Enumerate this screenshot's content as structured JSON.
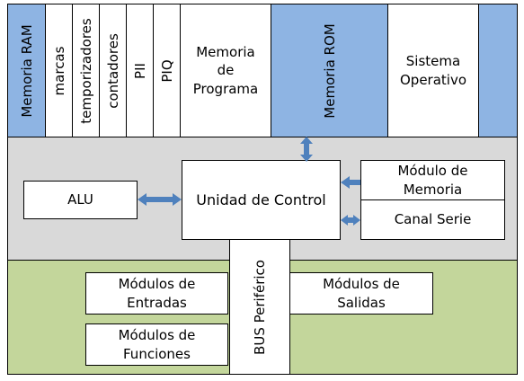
{
  "colors": {
    "memory_blue": "#8eb4e3",
    "cpu_gray": "#d9d9d9",
    "io_green": "#c3d69b",
    "arrow_blue": "#4f81bd"
  },
  "memory_bar": {
    "ram": "Memoria RAM",
    "marcas": "marcas",
    "temporizadores": "temporizadores",
    "contadores": "contadores",
    "pii": "PII",
    "piq": "PIQ",
    "programa": "Memoria\nde\nPrograma",
    "rom": "Memoria ROM",
    "sistema": "Sistema\nOperativo"
  },
  "cpu": {
    "alu": "ALU",
    "control": "Unidad de Control",
    "modulo_memoria": "Módulo de\nMemoria",
    "canal_serie": "Canal Serie"
  },
  "io": {
    "bus": "BUS  Periférico",
    "entradas": "Módulos de\nEntradas",
    "funciones": "Módulos de\nFunciones",
    "salidas": "Módulos de\nSalidas"
  }
}
